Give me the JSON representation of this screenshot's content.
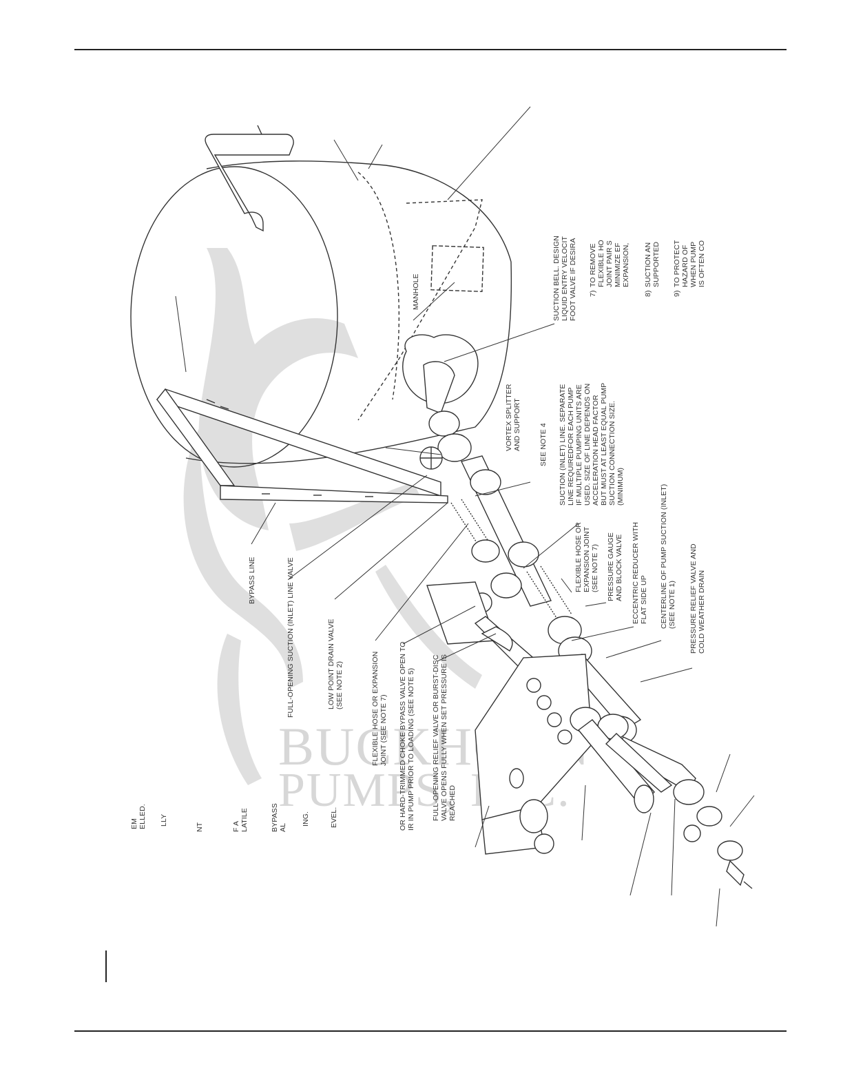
{
  "diagram": {
    "watermark": {
      "line1": "BUCKHORN",
      "line2": "PUMPS, INC."
    },
    "callouts": {
      "bypass_line": "BYPASS LINE",
      "full_opening_suction_line_valve": "FULL-OPENING SUCTION (INLET) LINE VALVE",
      "low_point_drain_valve": [
        "LOW POINT DRAIN VALVE",
        "(SEE NOTE 2)"
      ],
      "flexible_hose_expansion_joint_bypass": [
        "FLEXIBLE HOSE OR EXPANSION",
        "JOINT (SEE NOTE 7)"
      ],
      "choke_bypass_valve": [
        "OR HARD-TRIMMED CHOKE BYPASS VALVE OPEN TO",
        "IR IN PUMP PRIOR TO LOADING (SEE NOTE 5)"
      ],
      "relief_valve": [
        "FULL-OPENING RELIEF VALVE OR BURST-DISC",
        "VALVE OPENS FULLY WHEN SET PRESSURE IS",
        "REACHED"
      ],
      "manhole": "MANHOLE",
      "vortex_splitter": [
        "VORTEX SPLITTER",
        "AND SUPPORT"
      ],
      "see_note_4": "SEE NOTE 4",
      "suction_bell": [
        "SUCTION BELL. DESIGN",
        "LIQUID ENTRY VELOCIT",
        "FOOT VALVE IF DESIRA"
      ],
      "suction_inlet_line": [
        "SUCTION (INLET) LINE. SEPARATE",
        "LINE REQUIREDFOR EACH PUMP",
        "IF MULTIPLE PUMPING UNITS ARE",
        "USED. SIZE OF LINE DEPENDS ON",
        "ACCELERATION HEAD FACTOR",
        "BUT MUST AT LEAST EQUAL PUMP",
        "SUCTION CONNECTION SIZE.",
        "(MINIMUM)"
      ],
      "flexible_hose_expansion_joint_suction": [
        "FLEXIBLE HOSE OR",
        "EXPANSION JOINT",
        "(SEE NOTE 7)"
      ],
      "pressure_gauge": [
        "PRESSURE GAUGE",
        "AND BLOCK VALVE"
      ],
      "eccentric_reducer": [
        "ECCENTRIC REDUCER WITH",
        "FLAT SIDE UP"
      ],
      "centerline": [
        "CENTERLINE OF PUMP SUCTION (INLET)",
        "(SEE NOTE 1)"
      ],
      "pressure_relief_drain": [
        "PRESSURE RELIEF VALVE AND",
        "COLD WEATHER DRAIN"
      ]
    },
    "notes_right": [
      {
        "num": "7)",
        "lines": [
          "TO REMOVE",
          "FLEXIBLE HO",
          "JOINT PAIR S",
          "MINIMIZE EF",
          "EXPANSION,"
        ]
      },
      {
        "num": "8)",
        "lines": [
          "SUCTION AN",
          "SUPPORTED"
        ]
      },
      {
        "num": "9)",
        "lines": [
          "TO PROTECT",
          "HAZARD OF",
          "WHEN PUMP",
          "IS OFTEN CO"
        ]
      }
    ],
    "notes_left_fragments": [
      [
        "EM",
        "ELLED."
      ],
      [
        "LLY"
      ],
      [
        "NT"
      ],
      [
        "F A",
        "LATILE"
      ],
      [
        "BYPASS",
        "AL"
      ],
      [
        "ING."
      ],
      [
        "EVEL."
      ]
    ]
  }
}
